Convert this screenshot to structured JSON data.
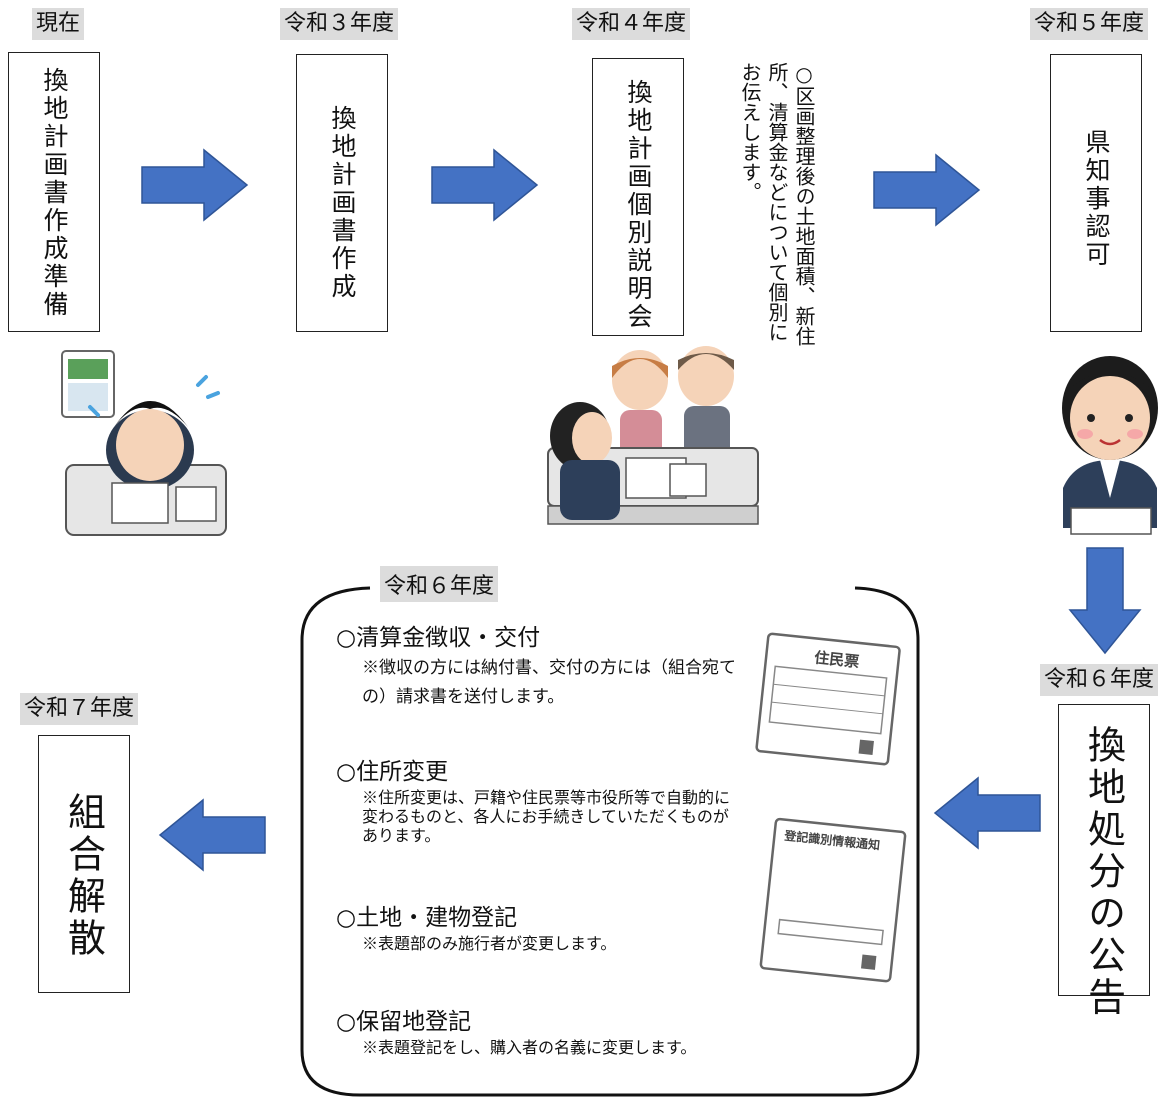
{
  "stages": {
    "genzai": {
      "label": "現在",
      "box": "換地計画書作成準備"
    },
    "r3": {
      "label": "令和３年度",
      "box": "換地計画書作成"
    },
    "r4": {
      "label": "令和４年度",
      "box": "換地計画個別説明会",
      "note": "○区画整理後の土地面積、新住所、清算金などについて個別にお伝えします。"
    },
    "r5": {
      "label": "令和５年度",
      "box": "県知事認可"
    },
    "r6a": {
      "label": "令和６年度",
      "box": "換地処分の公告"
    },
    "r7": {
      "label": "令和７年度",
      "box": "組合解散"
    }
  },
  "r6_block": {
    "title": "令和６年度",
    "items": [
      {
        "heading": "○清算金徴収・交付",
        "text": "※徴収の方には納付書、交付の方には（組合宛ての）請求書を送付します。"
      },
      {
        "heading": "○住所変更",
        "text": "※住所変更は、戸籍や住民票等市役所等で自動的に変わるものと、各人にお手続きしていただくものがあります。"
      },
      {
        "heading": "○土地・建物登記",
        "text": "※表題部のみ施行者が変更します。"
      },
      {
        "heading": "○保留地登記",
        "text": "※表題登記をし、購入者の名義に変更します。"
      }
    ]
  },
  "illustrations": {
    "juminhyo_title": "住民票",
    "tsuchi_title": "登記識別情報通知"
  },
  "colors": {
    "arrow_fill": "#4472c4",
    "arrow_stroke": "#2f5597",
    "label_bg": "#dcdcdc"
  }
}
